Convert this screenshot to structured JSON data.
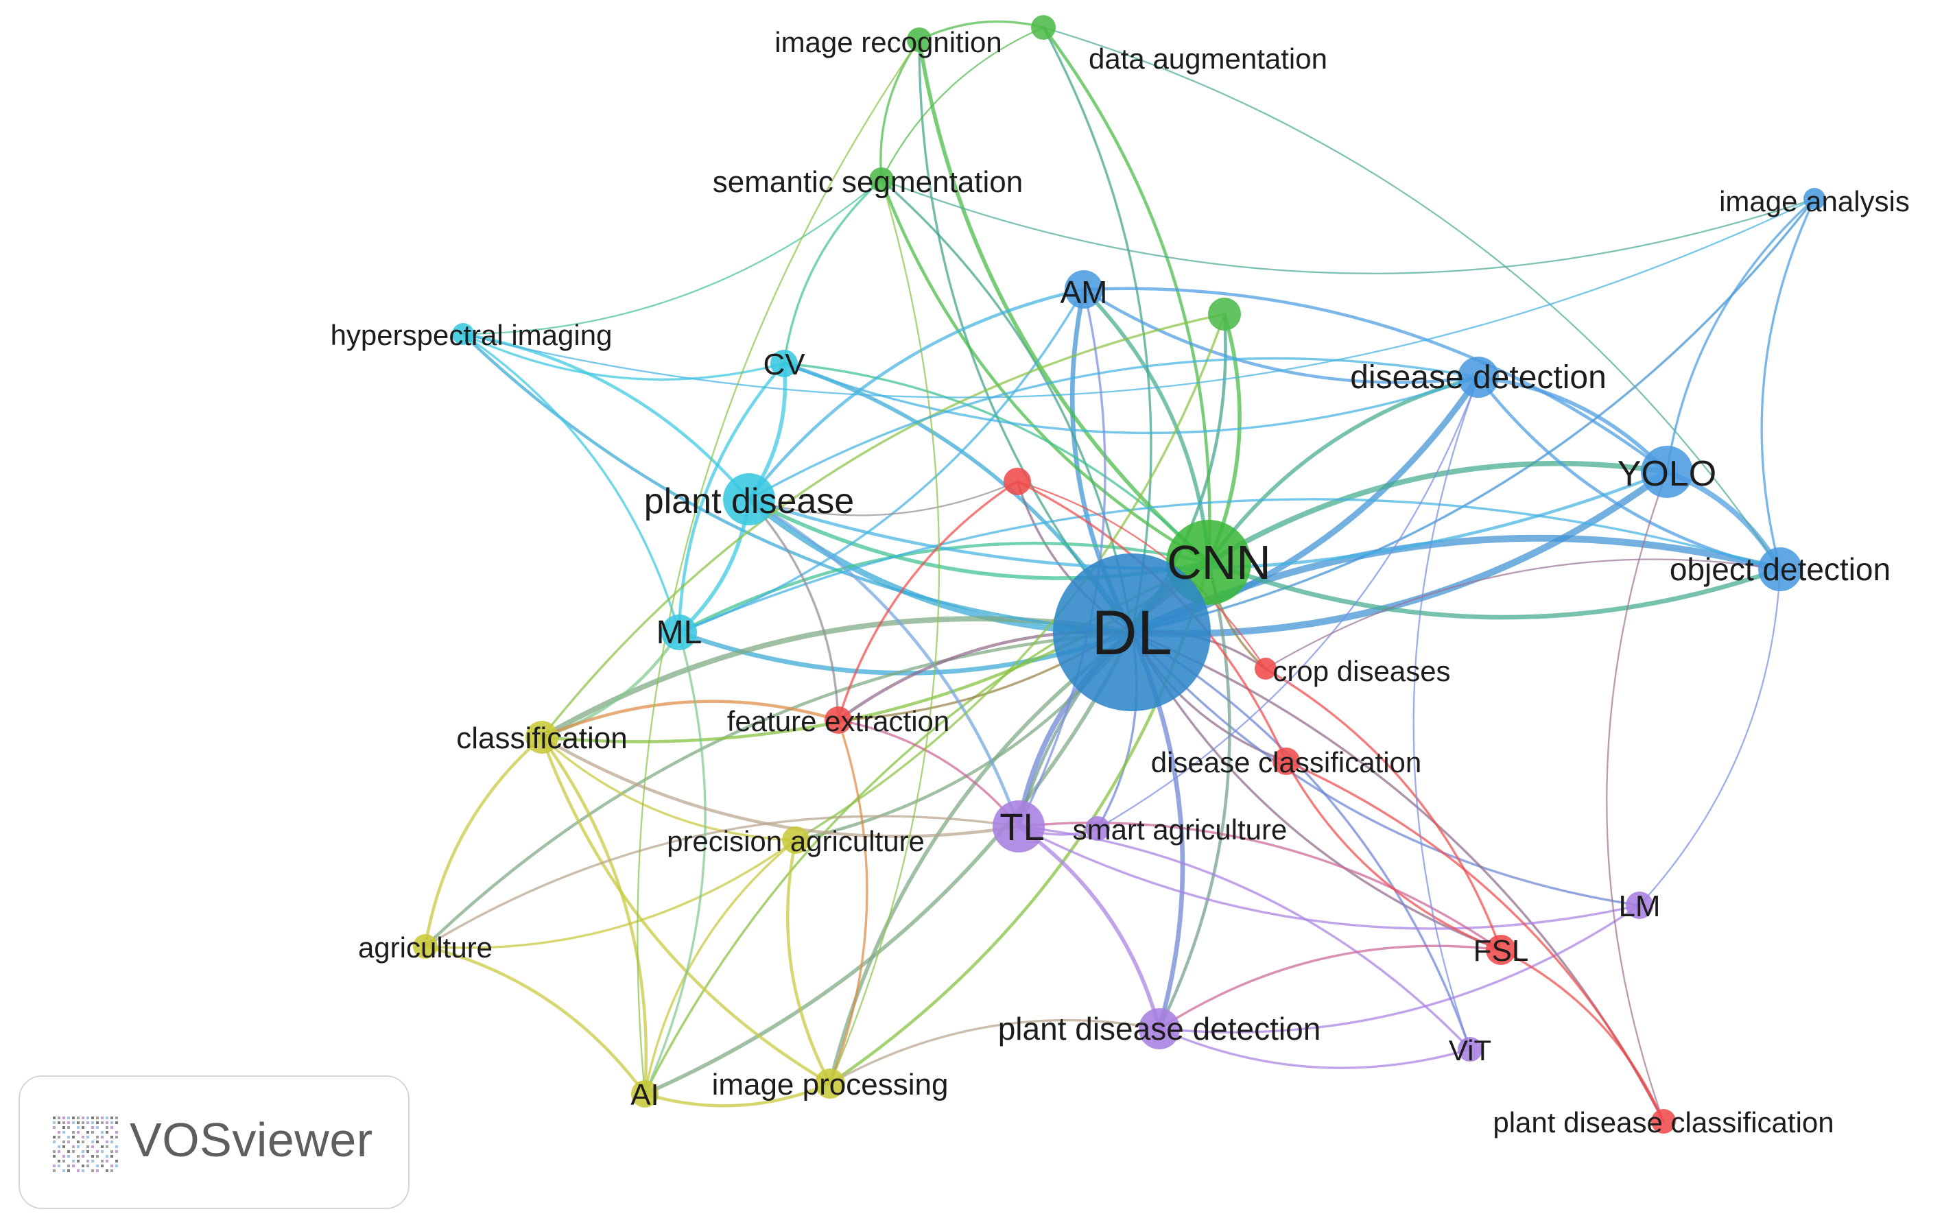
{
  "app": {
    "brand": "VOSviewer"
  },
  "nodes": [
    {
      "id": "image_recognition",
      "label": "image recognition",
      "color": "#4dbb4a",
      "weight": 1
    },
    {
      "id": "data_augmentation",
      "label": "data augmentation",
      "color": "#4dbb4a",
      "weight": 1
    },
    {
      "id": "semantic_segmentation",
      "label": "semantic segmentation",
      "color": "#4dbb4a",
      "weight": 1
    },
    {
      "id": "image_analysis",
      "label": "image analysis",
      "color": "#4a9be0",
      "weight": 1
    },
    {
      "id": "am",
      "label": "AM",
      "color": "#4a9be0",
      "weight": 2
    },
    {
      "id": "hyperspectral_imaging",
      "label": "hyperspectral imaging",
      "color": "#38c8e0",
      "weight": 1
    },
    {
      "id": "cv",
      "label": "CV",
      "color": "#38c8e0",
      "weight": 1
    },
    {
      "id": "green_node",
      "label": "",
      "color": "#4dbb4a",
      "weight": 1
    },
    {
      "id": "disease_detection",
      "label": "disease detection",
      "color": "#4a9be0",
      "weight": 2
    },
    {
      "id": "yolo",
      "label": "YOLO",
      "color": "#4a9be0",
      "weight": 3
    },
    {
      "id": "plant_disease",
      "label": "plant disease",
      "color": "#38c8e0",
      "weight": 3
    },
    {
      "id": "red_node",
      "label": "",
      "color": "#ef4b4b",
      "weight": 1
    },
    {
      "id": "cnn",
      "label": "CNN",
      "color": "#3cb83a",
      "weight": 5
    },
    {
      "id": "object_detection",
      "label": "object detection",
      "color": "#4a9be0",
      "weight": 2
    },
    {
      "id": "dl",
      "label": "DL",
      "color": "#2f86c8",
      "weight": 8
    },
    {
      "id": "ml",
      "label": "ML",
      "color": "#38c8e0",
      "weight": 2
    },
    {
      "id": "crop_diseases",
      "label": "crop diseases",
      "color": "#ef4b4b",
      "weight": 1
    },
    {
      "id": "classification",
      "label": "classification",
      "color": "#c8c83a",
      "weight": 2
    },
    {
      "id": "feature_extraction",
      "label": "feature extraction",
      "color": "#ef4b4b",
      "weight": 1
    },
    {
      "id": "disease_classification",
      "label": "disease classification",
      "color": "#ef4b4b",
      "weight": 1
    },
    {
      "id": "tl",
      "label": "TL",
      "color": "#a77fe0",
      "weight": 3
    },
    {
      "id": "smart_agriculture",
      "label": "smart agriculture",
      "color": "#a77fe0",
      "weight": 1
    },
    {
      "id": "precision_agriculture",
      "label": "precision agriculture",
      "color": "#c8c83a",
      "weight": 1
    },
    {
      "id": "lm",
      "label": "LM",
      "color": "#a77fe0",
      "weight": 1
    },
    {
      "id": "fsl",
      "label": "FSL",
      "color": "#ef4b4b",
      "weight": 1
    },
    {
      "id": "agriculture",
      "label": "agriculture",
      "color": "#c8c83a",
      "weight": 1
    },
    {
      "id": "plant_disease_detection",
      "label": "plant disease detection",
      "color": "#a77fe0",
      "weight": 2
    },
    {
      "id": "vit",
      "label": "ViT",
      "color": "#a77fe0",
      "weight": 1
    },
    {
      "id": "ai",
      "label": "AI",
      "color": "#c8c83a",
      "weight": 1
    },
    {
      "id": "image_processing",
      "label": "image processing",
      "color": "#c8c83a",
      "weight": 1
    },
    {
      "id": "plant_disease_classification",
      "label": "plant disease classification",
      "color": "#ef4b4b",
      "weight": 1
    }
  ],
  "edges": [
    [
      "dl",
      "cnn",
      10
    ],
    [
      "dl",
      "yolo",
      8
    ],
    [
      "dl",
      "object_detection",
      8
    ],
    [
      "dl",
      "disease_detection",
      7
    ],
    [
      "dl",
      "plant_disease",
      7
    ],
    [
      "dl",
      "tl",
      6
    ],
    [
      "dl",
      "ml",
      5
    ],
    [
      "dl",
      "classification",
      6
    ],
    [
      "dl",
      "am",
      5
    ],
    [
      "dl",
      "cv",
      4
    ],
    [
      "dl",
      "plant_disease_detection",
      5
    ],
    [
      "dl",
      "image_processing",
      4
    ],
    [
      "dl",
      "ai",
      4
    ],
    [
      "dl",
      "agriculture",
      3
    ],
    [
      "dl",
      "precision_agriculture",
      3
    ],
    [
      "dl",
      "feature_extraction",
      3
    ],
    [
      "dl",
      "crop_diseases",
      2
    ],
    [
      "dl",
      "disease_classification",
      2
    ],
    [
      "dl",
      "smart_agriculture",
      2
    ],
    [
      "dl",
      "fsl",
      2
    ],
    [
      "dl",
      "vit",
      2
    ],
    [
      "dl",
      "lm",
      2
    ],
    [
      "dl",
      "plant_disease_classification",
      2
    ],
    [
      "dl",
      "image_analysis",
      2
    ],
    [
      "dl",
      "hyperspectral_imaging",
      3
    ],
    [
      "dl",
      "semantic_segmentation",
      2
    ],
    [
      "dl",
      "image_recognition",
      2
    ],
    [
      "dl",
      "data_augmentation",
      2
    ],
    [
      "dl",
      "red_node",
      2
    ],
    [
      "dl",
      "green_node",
      3
    ],
    [
      "cnn",
      "yolo",
      6
    ],
    [
      "cnn",
      "object_detection",
      5
    ],
    [
      "cnn",
      "disease_detection",
      4
    ],
    [
      "cnn",
      "am",
      4
    ],
    [
      "cnn",
      "image_recognition",
      4
    ],
    [
      "cnn",
      "data_augmentation",
      3
    ],
    [
      "cnn",
      "semantic_segmentation",
      3
    ],
    [
      "cnn",
      "green_node",
      4
    ],
    [
      "cnn",
      "plant_disease",
      4
    ],
    [
      "cnn",
      "ml",
      3
    ],
    [
      "cnn",
      "classification",
      3
    ],
    [
      "cnn",
      "tl",
      3
    ],
    [
      "cnn",
      "image_processing",
      3
    ],
    [
      "cnn",
      "ai",
      2
    ],
    [
      "cnn",
      "plant_disease_detection",
      3
    ],
    [
      "cnn",
      "crop_diseases",
      2
    ],
    [
      "cnn",
      "feature_extraction",
      2
    ],
    [
      "cnn",
      "cv",
      2
    ],
    [
      "yolo",
      "object_detection",
      6
    ],
    [
      "yolo",
      "disease_detection",
      4
    ],
    [
      "yolo",
      "image_analysis",
      2
    ],
    [
      "yolo",
      "am",
      3
    ],
    [
      "disease_detection",
      "am",
      3
    ],
    [
      "disease_detection",
      "object_detection",
      3
    ],
    [
      "object_detection",
      "image_analysis",
      2
    ],
    [
      "am",
      "plant_disease",
      3
    ],
    [
      "am",
      "ml",
      2
    ],
    [
      "plant_disease",
      "cv",
      4
    ],
    [
      "plant_disease",
      "ml",
      4
    ],
    [
      "plant_disease",
      "hyperspectral_imaging",
      3
    ],
    [
      "plant_disease",
      "tl",
      3
    ],
    [
      "plant_disease",
      "yolo",
      3
    ],
    [
      "cv",
      "hyperspectral_imaging",
      2
    ],
    [
      "cv",
      "ml",
      3
    ],
    [
      "cv",
      "semantic_segmentation",
      2
    ],
    [
      "cv",
      "disease_detection",
      2
    ],
    [
      "ml",
      "classification",
      3
    ],
    [
      "ml",
      "hyperspectral_imaging",
      2
    ],
    [
      "ml",
      "object_detection",
      2
    ],
    [
      "classification",
      "agriculture",
      3
    ],
    [
      "classification",
      "ai",
      3
    ],
    [
      "classification",
      "image_processing",
      3
    ],
    [
      "classification",
      "feature_extraction",
      3
    ],
    [
      "classification",
      "precision_agriculture",
      2
    ],
    [
      "agriculture",
      "ai",
      3
    ],
    [
      "agriculture",
      "precision_agriculture",
      2
    ],
    [
      "agriculture",
      "tl",
      2
    ],
    [
      "ai",
      "image_processing",
      3
    ],
    [
      "ai",
      "precision_agriculture",
      2
    ],
    [
      "ai",
      "ml",
      2
    ],
    [
      "image_processing",
      "precision_agriculture",
      3
    ],
    [
      "image_processing",
      "feature_extraction",
      2
    ],
    [
      "image_processing",
      "plant_disease_detection",
      2
    ],
    [
      "precision_agriculture",
      "green_node",
      2
    ],
    [
      "tl",
      "plant_disease_detection",
      4
    ],
    [
      "tl",
      "smart_agriculture",
      2
    ],
    [
      "tl",
      "vit",
      2
    ],
    [
      "tl",
      "lm",
      2
    ],
    [
      "tl",
      "fsl",
      2
    ],
    [
      "tl",
      "feature_extraction",
      2
    ],
    [
      "tl",
      "classification",
      3
    ],
    [
      "plant_disease_detection",
      "vit",
      2
    ],
    [
      "plant_disease_detection",
      "fsl",
      2
    ],
    [
      "plant_disease_detection",
      "lm",
      2
    ],
    [
      "fsl",
      "plant_disease_classification",
      2
    ],
    [
      "fsl",
      "crop_diseases",
      2
    ],
    [
      "fsl",
      "disease_classification",
      2
    ],
    [
      "disease_classification",
      "red_node",
      2
    ],
    [
      "disease_classification",
      "plant_disease_classification",
      2
    ],
    [
      "crop_diseases",
      "red_node",
      1
    ],
    [
      "feature_extraction",
      "red_node",
      2
    ],
    [
      "feature_extraction",
      "plant_disease",
      2
    ],
    [
      "red_node",
      "plant_disease",
      1
    ],
    [
      "image_recognition",
      "semantic_segmentation",
      2
    ],
    [
      "image_recognition",
      "data_augmentation",
      2
    ],
    [
      "data_augmentation",
      "semantic_segmentation",
      1
    ],
    [
      "semantic_segmentation",
      "hyperspectral_imaging",
      1
    ],
    [
      "semantic_segmentation",
      "image_analysis",
      1
    ],
    [
      "data_augmentation",
      "object_detection",
      1
    ],
    [
      "image_recognition",
      "ai",
      1
    ],
    [
      "semantic_segmentation",
      "image_processing",
      1
    ],
    [
      "green_node",
      "classification",
      2
    ],
    [
      "plant_disease_classification",
      "yolo",
      1
    ],
    [
      "lm",
      "object_detection",
      1
    ],
    [
      "vit",
      "disease_detection",
      1
    ],
    [
      "smart_agriculture",
      "disease_detection",
      1
    ],
    [
      "crop_diseases",
      "object_detection",
      1
    ],
    [
      "hyperspectral_imaging",
      "image_analysis",
      1
    ],
    [
      "am",
      "tl",
      2
    ],
    [
      "disease_detection",
      "plant_disease",
      2
    ]
  ]
}
